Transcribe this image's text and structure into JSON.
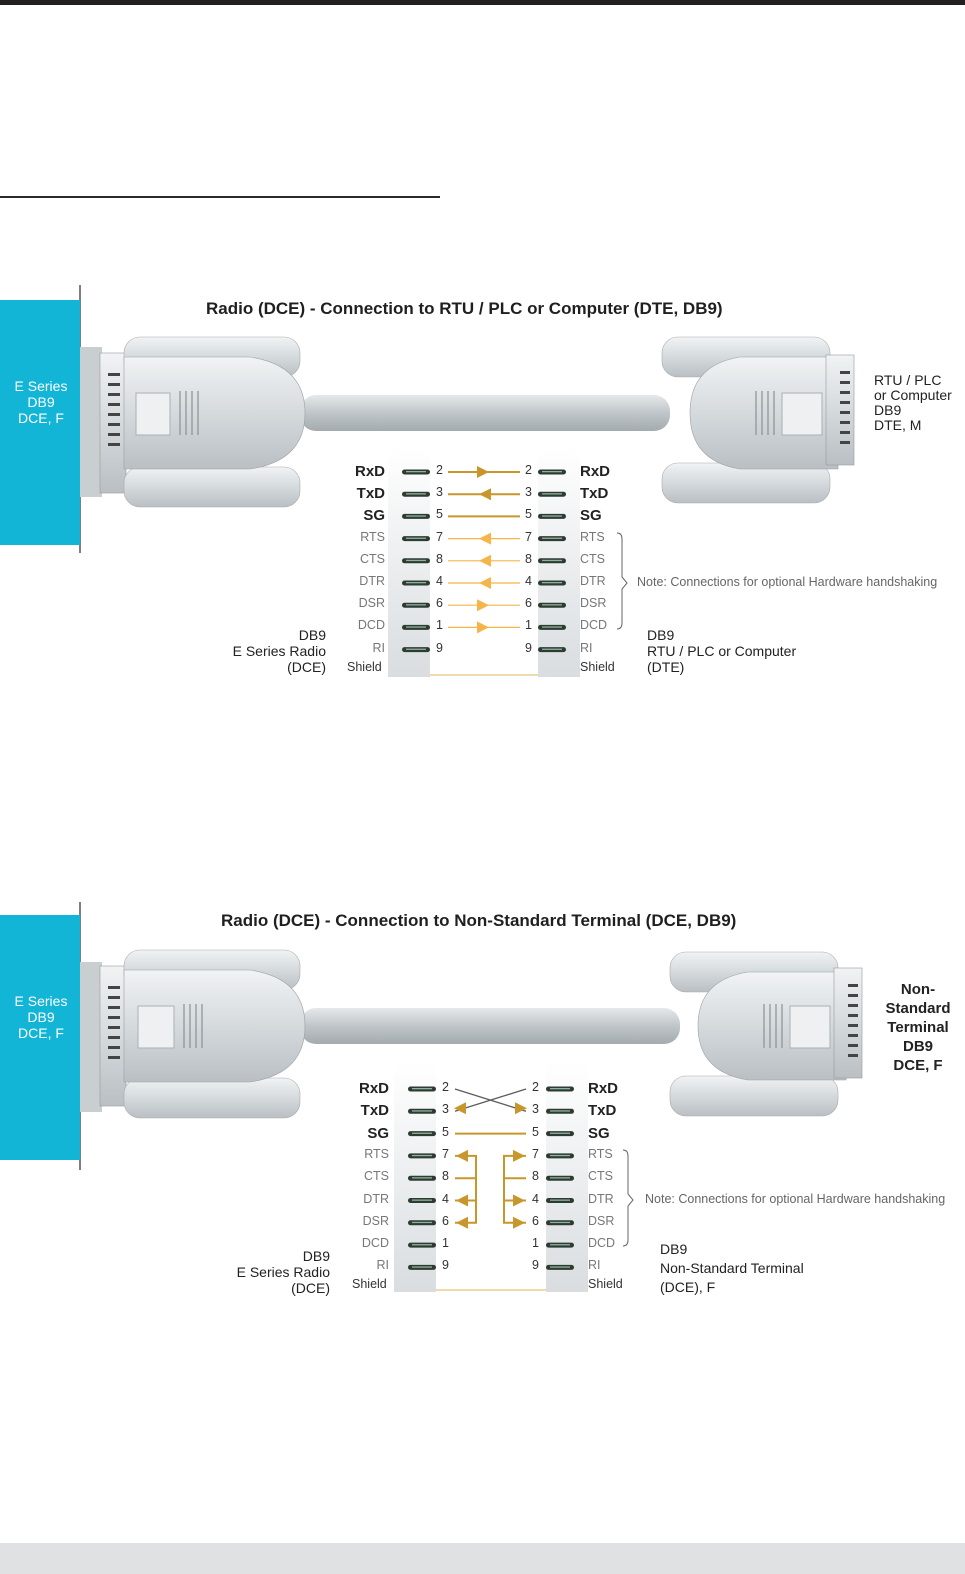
{
  "diagram1": {
    "title": "Radio (DCE) - Connection to RTU / PLC or Computer (DTE, DB9)",
    "left_tab": [
      "E Series",
      "DB9",
      "DCE, F"
    ],
    "right_label": [
      "RTU / PLC",
      "or Computer",
      "DB9",
      "DTE, M"
    ],
    "left_caption": [
      "DB9",
      "E Series Radio",
      "(DCE)"
    ],
    "right_caption": [
      "DB9",
      "RTU / PLC or Computer",
      "(DTE)"
    ],
    "note": "Note: Connections for optional Hardware handshaking",
    "shield": "Shield",
    "rows": [
      {
        "left_signal": "RxD",
        "left_pin": "2",
        "right_pin": "2",
        "right_signal": "RxD"
      },
      {
        "left_signal": "TxD",
        "left_pin": "3",
        "right_pin": "3",
        "right_signal": "TxD"
      },
      {
        "left_signal": "SG",
        "left_pin": "5",
        "right_pin": "5",
        "right_signal": "SG"
      },
      {
        "left_signal": "RTS",
        "left_pin": "7",
        "right_pin": "7",
        "right_signal": "RTS"
      },
      {
        "left_signal": "CTS",
        "left_pin": "8",
        "right_pin": "8",
        "right_signal": "CTS"
      },
      {
        "left_signal": "DTR",
        "left_pin": "4",
        "right_pin": "4",
        "right_signal": "DTR"
      },
      {
        "left_signal": "DSR",
        "left_pin": "6",
        "right_pin": "6",
        "right_signal": "DSR"
      },
      {
        "left_signal": "DCD",
        "left_pin": "1",
        "right_pin": "1",
        "right_signal": "DCD"
      },
      {
        "left_signal": "RI",
        "left_pin": "9",
        "right_pin": "9",
        "right_signal": "RI"
      }
    ]
  },
  "diagram2": {
    "title": "Radio (DCE) - Connection to Non-Standard Terminal (DCE, DB9)",
    "left_tab": [
      "E Series",
      "DB9",
      "DCE, F"
    ],
    "right_label": [
      "Non-",
      "Standard",
      "Terminal",
      "DB9",
      "DCE, F"
    ],
    "left_caption": [
      "DB9",
      "E Series Radio",
      "(DCE)"
    ],
    "right_caption": [
      "DB9",
      "Non-Standard Terminal",
      "(DCE), F"
    ],
    "note": "Note: Connections for optional Hardware handshaking",
    "shield": "Shield",
    "rows": [
      {
        "left_signal": "RxD",
        "left_pin": "2",
        "right_pin": "2",
        "right_signal": "RxD"
      },
      {
        "left_signal": "TxD",
        "left_pin": "3",
        "right_pin": "3",
        "right_signal": "TxD"
      },
      {
        "left_signal": "SG",
        "left_pin": "5",
        "right_pin": "5",
        "right_signal": "SG"
      },
      {
        "left_signal": "RTS",
        "left_pin": "7",
        "right_pin": "7",
        "right_signal": "RTS"
      },
      {
        "left_signal": "CTS",
        "left_pin": "8",
        "right_pin": "8",
        "right_signal": "CTS"
      },
      {
        "left_signal": "DTR",
        "left_pin": "4",
        "right_pin": "4",
        "right_signal": "DTR"
      },
      {
        "left_signal": "DSR",
        "left_pin": "6",
        "right_pin": "6",
        "right_signal": "DSR"
      },
      {
        "left_signal": "DCD",
        "left_pin": "1",
        "right_pin": "1",
        "right_signal": "DCD"
      },
      {
        "left_signal": "RI",
        "left_pin": "9",
        "right_pin": "9",
        "right_signal": "RI"
      }
    ]
  },
  "colors": {
    "accent": "#13b5d6",
    "wire": "#c8962a",
    "wire_light": "#f5b54a",
    "connector": "#d9dde0"
  }
}
